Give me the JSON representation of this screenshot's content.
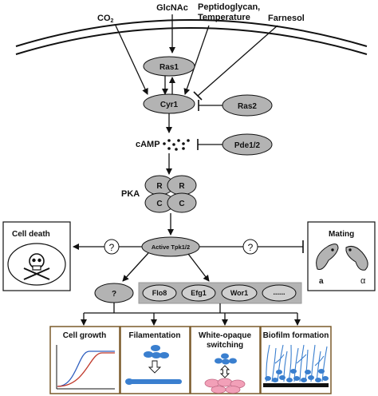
{
  "inputs": {
    "co2": "CO",
    "co2_sub": "2",
    "glcnac": "GlcNAc",
    "peptidoglycan_line1": "Peptidoglycan,",
    "peptidoglycan_line2": "Temperature",
    "farnesol": "Farnesol"
  },
  "nodes": {
    "ras1": "Ras1",
    "cyr1": "Cyr1",
    "ras2": "Ras2",
    "camp": "cAMP",
    "pde": "Pde1/2",
    "pka": "PKA",
    "pka_r": "R",
    "pka_c": "C",
    "active_tpk": "Active Tpk1/2",
    "unknown_q": "?",
    "question": "?"
  },
  "targets": [
    "Flo8",
    "Efg1",
    "Wor1",
    "......"
  ],
  "side_panels": {
    "cell_death": "Cell death",
    "mating": "Mating",
    "mating_a": "a",
    "mating_alpha": "α"
  },
  "outcomes": {
    "cell_growth": "Cell growth",
    "filamentation": "Filamentation",
    "white_opaque_line1": "White-opaque",
    "white_opaque_line2": "switching",
    "biofilm": "Biofilm formation"
  },
  "colors": {
    "node_fill": "#b3b3b3",
    "panel_border": "#7a5a2a",
    "cell_blue": "#3a7fcf",
    "opaque_pink": "#f2a0b8",
    "growth_red": "#c0392b",
    "growth_blue": "#2f5fbf"
  }
}
